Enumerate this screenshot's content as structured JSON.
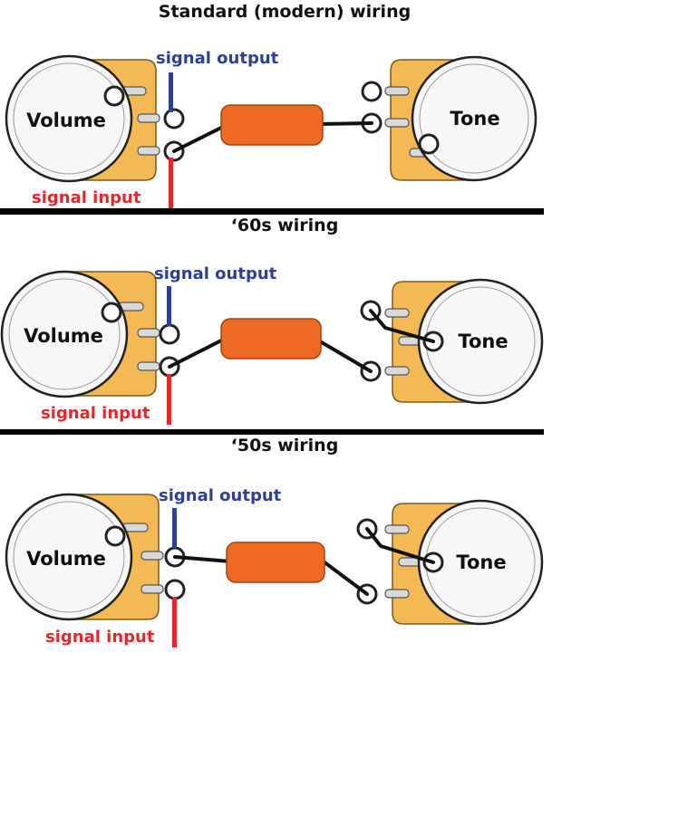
{
  "colors": {
    "body_fill": "#f2b955",
    "body_stroke": "#7a5a1e",
    "face_fill": "#f7f7f7",
    "capacitor": "#ee6a24",
    "wire": "#111111",
    "signal_output": "#2e3f96",
    "signal_input": "#e8262a",
    "divider": "#000000"
  },
  "sections": [
    {
      "title": "Standard (modern) wiring",
      "volume_label": "Volume",
      "tone_label": "Tone",
      "signal_output_label": "signal output",
      "signal_input_label": "signal input"
    },
    {
      "title": "‘60s wiring",
      "volume_label": "Volume",
      "tone_label": "Tone",
      "signal_output_label": "signal output",
      "signal_input_label": "signal input"
    },
    {
      "title": "‘50s wiring",
      "volume_label": "Volume",
      "tone_label": "Tone",
      "signal_output_label": "signal output",
      "signal_input_label": "signal input"
    }
  ]
}
